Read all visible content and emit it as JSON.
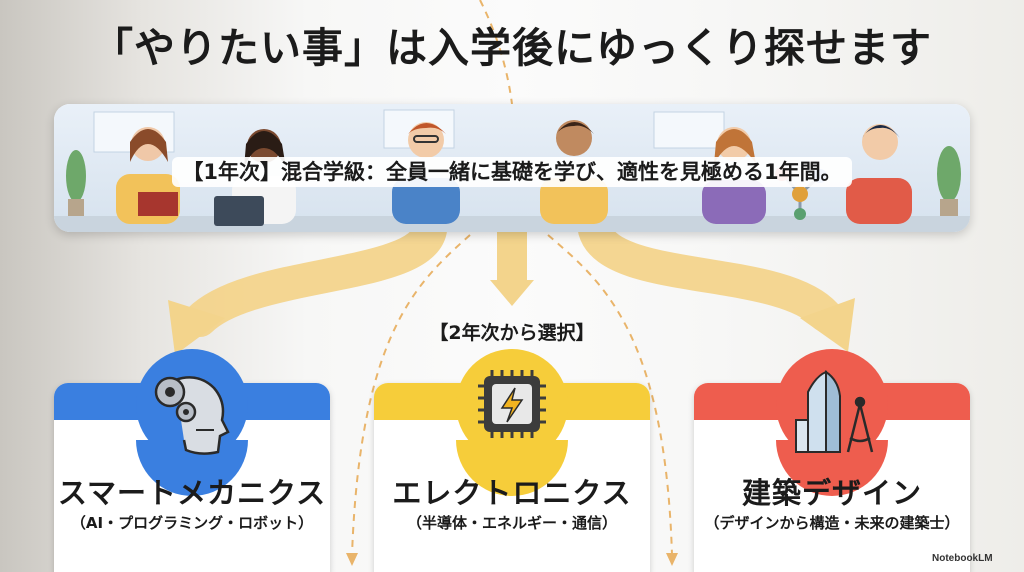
{
  "slide": {
    "title": "「やりたい事」は入学後にゆっくり探せます",
    "banner_text": "【1年次】混合学級：全員一緒に基礎を学び、適性を見極める1年間。",
    "selection_label": "【2年次から選択】",
    "watermark": "NotebookLM"
  },
  "courses": [
    {
      "name": "スマートメカニクス",
      "subtitle": "（AI・プログラミング・ロボット）",
      "color": "#3a7fe0",
      "icon": "ai-robot-head-icon"
    },
    {
      "name": "エレクトロニクス",
      "subtitle": "（半導体・エネルギー・通信）",
      "color": "#f6cd3a",
      "icon": "microchip-lightning-icon"
    },
    {
      "name": "建築デザイン",
      "subtitle": "（デザインから構造・未来の建築士）",
      "color": "#ee5d4e",
      "icon": "building-compass-icon"
    }
  ],
  "colors": {
    "arrow": "#f3d48c",
    "dashed_arrow": "#e9b46a"
  }
}
